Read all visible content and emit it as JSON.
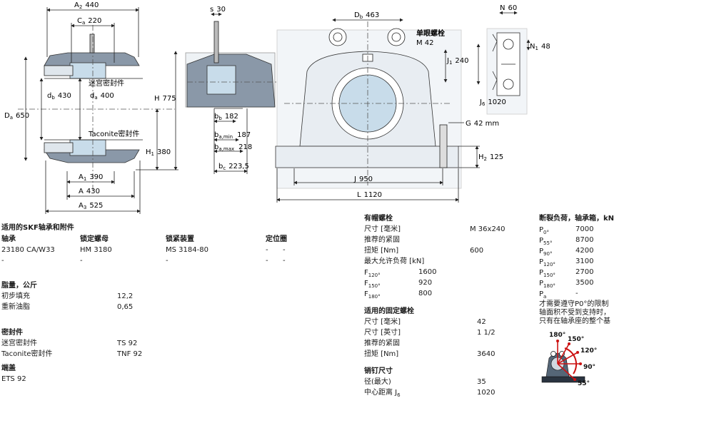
{
  "drawing_labels": {
    "A2": "A",
    "A2_sub": "2",
    "A2_val": "440",
    "Ca": "C",
    "Ca_sub": "a",
    "Ca_val": "220",
    "db": "d",
    "db_sub": "b",
    "db_val": "430",
    "da": "d",
    "da_sub": "a",
    "da_val": "400",
    "Da": "D",
    "Da_sub": "a",
    "Da_val": "650",
    "H": "H",
    "H_val": "775",
    "H1": "H",
    "H1_sub": "1",
    "H1_val": "380",
    "A1": "A",
    "A1_sub": "1",
    "A1_val": "390",
    "A": "A",
    "A_val": "430",
    "A3": "A",
    "A3_sub": "3",
    "A3_val": "525",
    "seal_labyrinth": "迷宫密封件",
    "seal_taconite": "Taconite密封件",
    "s": "s",
    "s_val": "30",
    "bb": "b",
    "bb_sub": "b",
    "bb_val": "182",
    "bamin": "b",
    "bamin_sub": "a,min",
    "bamin_val": "187",
    "bamax": "b",
    "bamax_sub": "a,max",
    "bamax_val": "218",
    "bc": "b",
    "bc_sub": "c",
    "bc_val": "223,5",
    "Db": "D",
    "Db_sub": "b",
    "Db_val": "463",
    "eyebolt": "单眼螺栓",
    "eyebolt_size": "M 42",
    "J1": "J",
    "J1_sub": "1",
    "J1_val": "240",
    "G": "G",
    "G_val": "42 mm",
    "H2": "H",
    "H2_sub": "2",
    "H2_val": "125",
    "J": "J",
    "J_val": "950",
    "L": "L",
    "L_val": "1120",
    "N": "N",
    "N_val": "60",
    "N1": "N",
    "N1_sub": "1",
    "N1_val": "48",
    "J6": "J",
    "J6_sub": "6",
    "J6_val": "1020"
  },
  "col1": {
    "title": "适用的SKF轴承和附件",
    "headers": [
      "轴承",
      "锁定螺母",
      "锁紧装置",
      "定位圈"
    ],
    "rows": [
      [
        "23180 CA/W33",
        "HM 3180",
        "MS 3184-80",
        "-",
        "-"
      ],
      [
        "-",
        "-",
        "-",
        "-",
        "-"
      ]
    ],
    "grease_title": "脂量，公斤",
    "grease": [
      [
        "初步填充",
        "12,2"
      ],
      [
        "重新油脂",
        "0,65"
      ]
    ],
    "seals_title": "密封件",
    "seals": [
      [
        "迷宫密封件",
        "TS 92"
      ],
      [
        "Taconite密封件",
        "TNF 92"
      ]
    ],
    "endcover_title": "端盖",
    "endcover": "ETS 92"
  },
  "col2": {
    "cap_title": "有帽螺栓",
    "cap_size_label": "尺寸 [毫米]",
    "cap_size": "M 36x240",
    "cap_rec": "推荐的紧固",
    "cap_torque_label": "扭矩 [Nm]",
    "cap_torque": "600",
    "cap_load_label": "最大允许负荷 [kN]",
    "cap_loads": [
      [
        "F",
        "120°",
        "1600"
      ],
      [
        "F",
        "150°",
        "920"
      ],
      [
        "F",
        "180°",
        "800"
      ]
    ],
    "fix_title": "适用的固定螺栓",
    "fix_rows": [
      [
        "尺寸 [毫米]",
        "42"
      ],
      [
        "尺寸 [英寸]",
        "1 1/2"
      ],
      [
        "推荐的紧固",
        ""
      ],
      [
        "扭矩 [Nm]",
        "3640"
      ]
    ],
    "dowel_title": "销钉尺寸",
    "dowel_rows": [
      [
        "径(最大)",
        "35"
      ],
      [
        "中心距离 J",
        "1020"
      ]
    ],
    "dowel_sub": "6"
  },
  "col3": {
    "title": "断裂负荷，轴承箱，kN",
    "loads": [
      [
        "P",
        "0°",
        "7000"
      ],
      [
        "P",
        "55°",
        "8700"
      ],
      [
        "P",
        "90°",
        "4200"
      ],
      [
        "P",
        "120°",
        "3100"
      ],
      [
        "P",
        "150°",
        "2700"
      ],
      [
        "P",
        "180°",
        "3500"
      ],
      [
        "P",
        "a",
        "-"
      ]
    ],
    "note": [
      "才需要遵守P0°的限制",
      "轴面积不受到支持时，",
      "只有在轴承座的整个基"
    ],
    "angles": [
      "180°",
      "150°",
      "120°",
      "90°",
      "55°"
    ],
    "colors": {
      "accent": "#cc1111",
      "housing": "#8a98a8",
      "insert": "#c8dcea"
    }
  }
}
